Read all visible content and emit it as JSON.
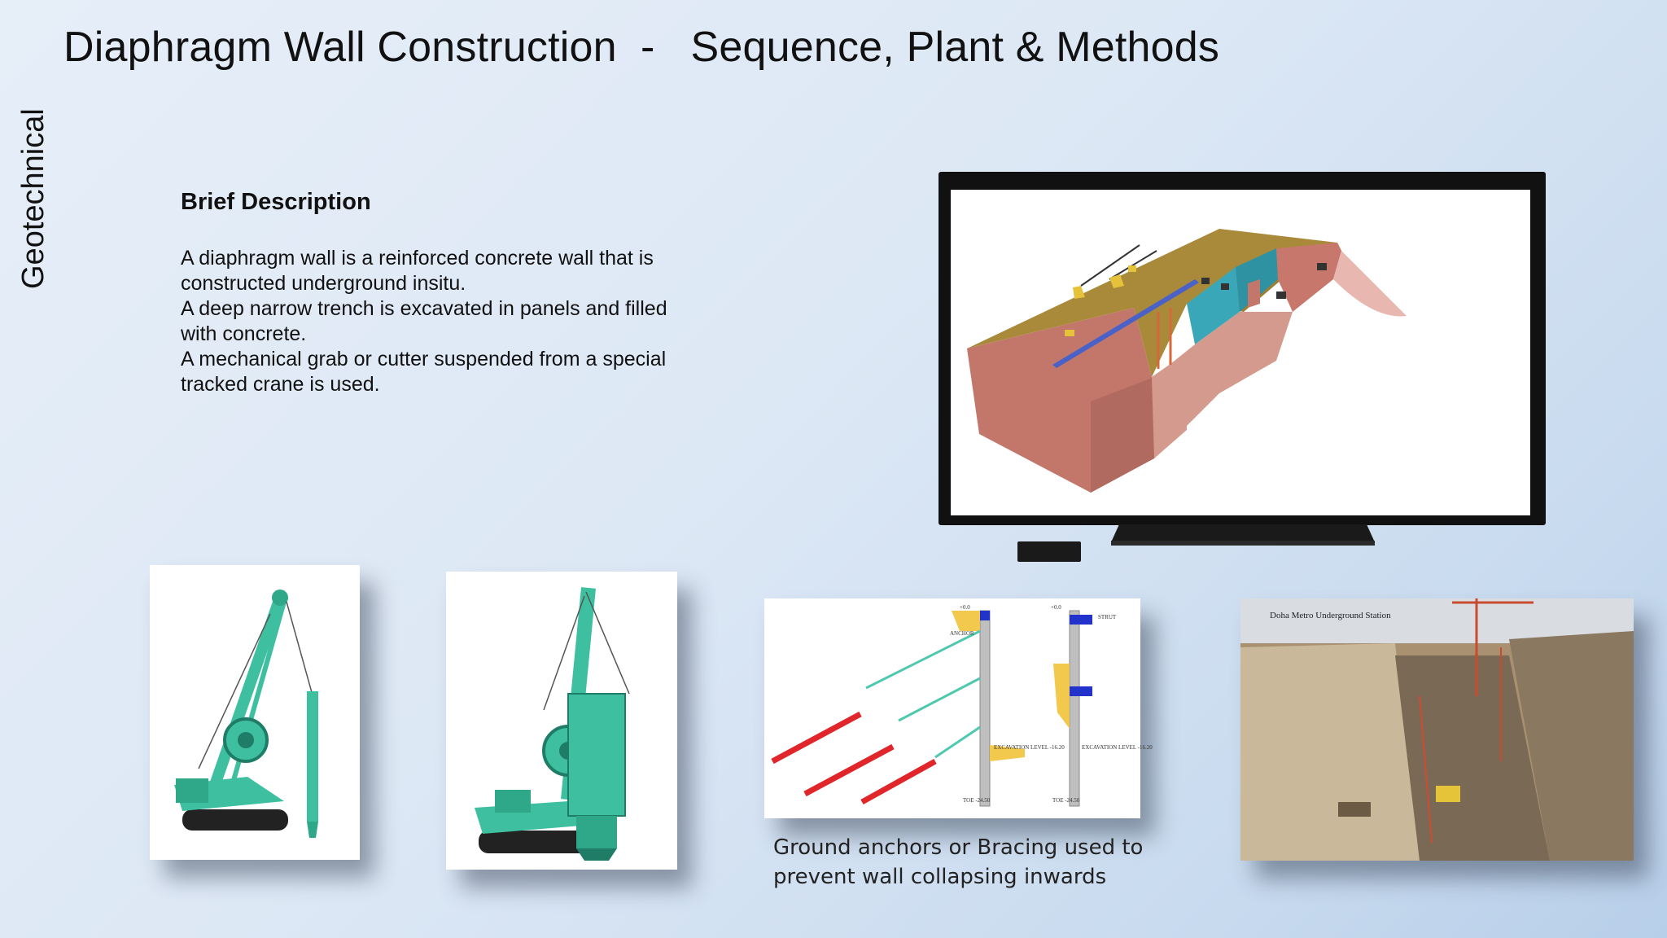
{
  "title": "Diaphragm Wall Construction  -   Sequence, Plant & Methods",
  "side_label": "Geotechnical",
  "description": {
    "heading": "Brief Description",
    "lines": [
      "A diaphragm wall is a reinforced concrete wall that is constructed underground insitu.",
      "A deep narrow trench is excavated in panels and filled with concrete.",
      "A mechanical grab or cutter suspended from a special tracked crane is used."
    ]
  },
  "anchors_caption": "Ground anchors or Bracing used to prevent wall collapsing inwards",
  "diagram_labels": {
    "top_left": "+0.0",
    "anchor": "ANCHOR",
    "excavation_left": "EXCAVATION LEVEL -16.20",
    "toe_left": "TOE -24.50",
    "top_right": "+0.0",
    "strut": "STRUT",
    "excavation_right": "EXCAVATION LEVEL -16.20",
    "toe_right": "TOE -24.50"
  },
  "site_photo_label": "Doha Metro Underground Station",
  "colors": {
    "rig": "#3dbfa0",
    "soil_top": "#a88a3a",
    "soil_side": "#c2776a",
    "anchor": "#e0262b",
    "tendon": "#4ec9b0"
  }
}
